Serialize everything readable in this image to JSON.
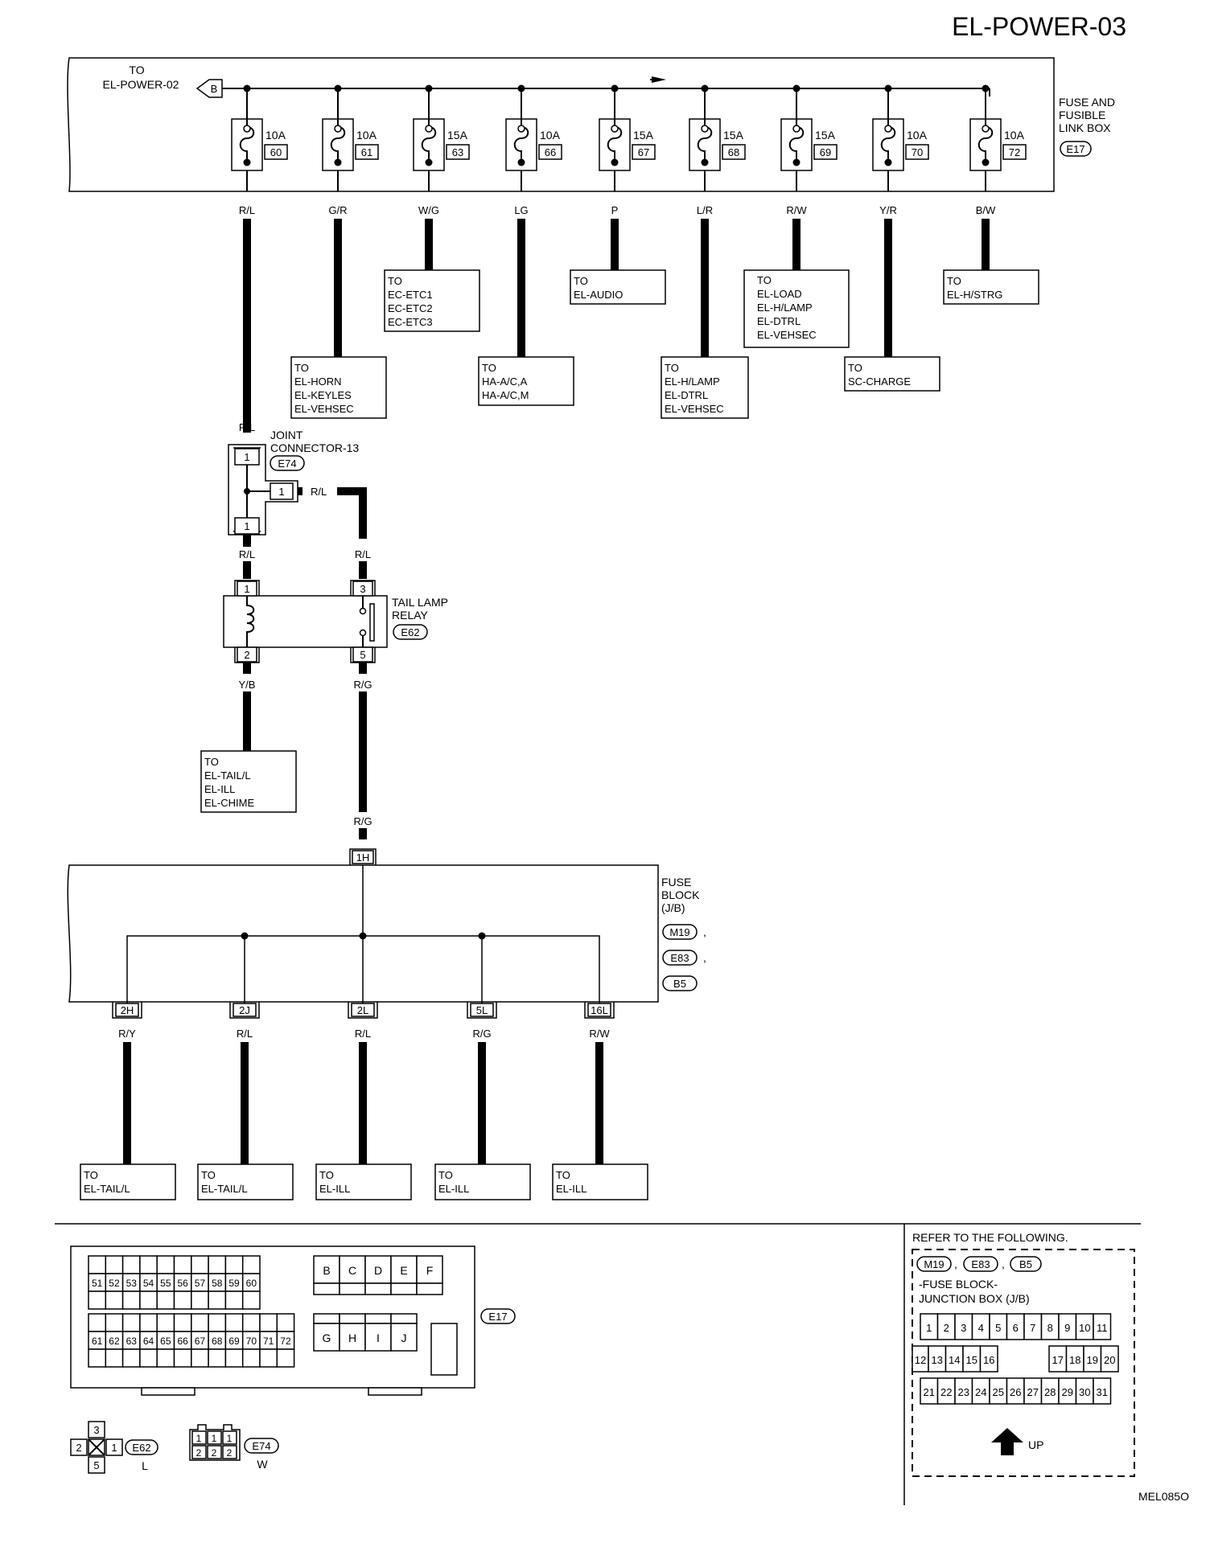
{
  "page_code": "EL-POWER-03",
  "figure_id": "MEL085O",
  "top_box": {
    "to_prev_label": [
      "TO",
      "EL-POWER-02"
    ],
    "to_prev_tag": "B",
    "fusebox_label": [
      "FUSE AND",
      "FUSIBLE",
      "LINK BOX"
    ],
    "fusebox_conn": "E17",
    "fuses": [
      {
        "amp": "10A",
        "num": "60",
        "wire": "R/L"
      },
      {
        "amp": "10A",
        "num": "61",
        "wire": "G/R"
      },
      {
        "amp": "15A",
        "num": "63",
        "wire": "W/G"
      },
      {
        "amp": "10A",
        "num": "66",
        "wire": "LG"
      },
      {
        "amp": "15A",
        "num": "67",
        "wire": "P"
      },
      {
        "amp": "15A",
        "num": "68",
        "wire": "L/R"
      },
      {
        "amp": "15A",
        "num": "69",
        "wire": "R/W"
      },
      {
        "amp": "10A",
        "num": "70",
        "wire": "Y/R"
      },
      {
        "amp": "10A",
        "num": "72",
        "wire": "B/W"
      }
    ]
  },
  "destinations": [
    [
      "TO",
      "EL-HORN",
      "EL-KEYLES",
      "EL-VEHSEC"
    ],
    [
      "TO",
      "EC-ETC1",
      "EC-ETC2",
      "EC-ETC3"
    ],
    [
      "TO",
      "HA-A/C,A",
      "HA-A/C,M"
    ],
    [
      "TO",
      "EL-AUDIO"
    ],
    [
      "TO",
      "EL-H/LAMP",
      "EL-DTRL",
      "EL-VEHSEC"
    ],
    [
      "TO",
      "EL-LOAD",
      "EL-H/LAMP",
      "EL-DTRL",
      "EL-VEHSEC"
    ],
    [
      "TO",
      "SC-CHARGE"
    ],
    [
      "TO",
      "EL-H/STRG"
    ]
  ],
  "joint": {
    "label": [
      "JOINT",
      "CONNECTOR-13"
    ],
    "conn": "E74",
    "wire_in": "R/L",
    "wire_out_left": "R/L",
    "wire_out_right": "R/L",
    "wire_side": "R/L",
    "pin_top": "1",
    "pin_side": "1",
    "pin_bottom": "1"
  },
  "relay": {
    "label": [
      "TAIL LAMP",
      "RELAY"
    ],
    "conn": "E62",
    "pins": [
      "1",
      "3",
      "2",
      "5"
    ],
    "wire_left_out": "Y/B",
    "wire_right_out": "R/G",
    "left_dest": [
      "TO",
      "EL-TAIL/L",
      "EL-ILL",
      "EL-CHIME"
    ]
  },
  "fuse_block": {
    "in_wire": "R/G",
    "in_pin": "1H",
    "label": [
      "FUSE",
      "BLOCK",
      "(J/B)"
    ],
    "conns": [
      "M19",
      "E83",
      "B5"
    ],
    "outputs": [
      {
        "pin": "2H",
        "wire": "R/Y",
        "dest": [
          "TO",
          "EL-TAIL/L"
        ]
      },
      {
        "pin": "2J",
        "wire": "R/L",
        "dest": [
          "TO",
          "EL-TAIL/L"
        ]
      },
      {
        "pin": "2L",
        "wire": "R/L",
        "dest": [
          "TO",
          "EL-ILL"
        ]
      },
      {
        "pin": "5L",
        "wire": "R/G",
        "dest": [
          "TO",
          "EL-ILL"
        ]
      },
      {
        "pin": "16L",
        "wire": "R/W",
        "dest": [
          "TO",
          "EL-ILL"
        ]
      }
    ]
  },
  "legend": {
    "e17_conn": "E17",
    "e17_row1": [
      "51",
      "52",
      "53",
      "54",
      "55",
      "56",
      "57",
      "58",
      "59",
      "60"
    ],
    "e17_row2": [
      "61",
      "62",
      "63",
      "64",
      "65",
      "66",
      "67",
      "68",
      "69",
      "70",
      "71",
      "72"
    ],
    "e17_letters1": [
      "B",
      "C",
      "D",
      "E",
      "F"
    ],
    "e17_letters2": [
      "G",
      "H",
      "I",
      "J"
    ],
    "e62_pins": [
      "3",
      "2",
      "1",
      "5"
    ],
    "e62_conn": "E62",
    "e62_color": "L",
    "e74_pins_top": [
      "1",
      "1",
      "1"
    ],
    "e74_pins_bottom": [
      "2",
      "2",
      "2"
    ],
    "e74_conn": "E74",
    "e74_color": "W"
  },
  "refer": {
    "title": "REFER TO THE FOLLOWING.",
    "conns": [
      "M19",
      "E83",
      "B5"
    ],
    "text": [
      "-FUSE BLOCK-",
      "JUNCTION BOX (J/B)"
    ],
    "row1": [
      "1",
      "2",
      "3",
      "4",
      "5",
      "6",
      "7",
      "8",
      "9",
      "10",
      "11"
    ],
    "row2a": [
      "12",
      "13",
      "14",
      "15",
      "16"
    ],
    "row2b": [
      "17",
      "18",
      "19",
      "20"
    ],
    "row3": [
      "21",
      "22",
      "23",
      "24",
      "25",
      "26",
      "27",
      "28",
      "29",
      "30",
      "31"
    ],
    "up": "UP"
  }
}
